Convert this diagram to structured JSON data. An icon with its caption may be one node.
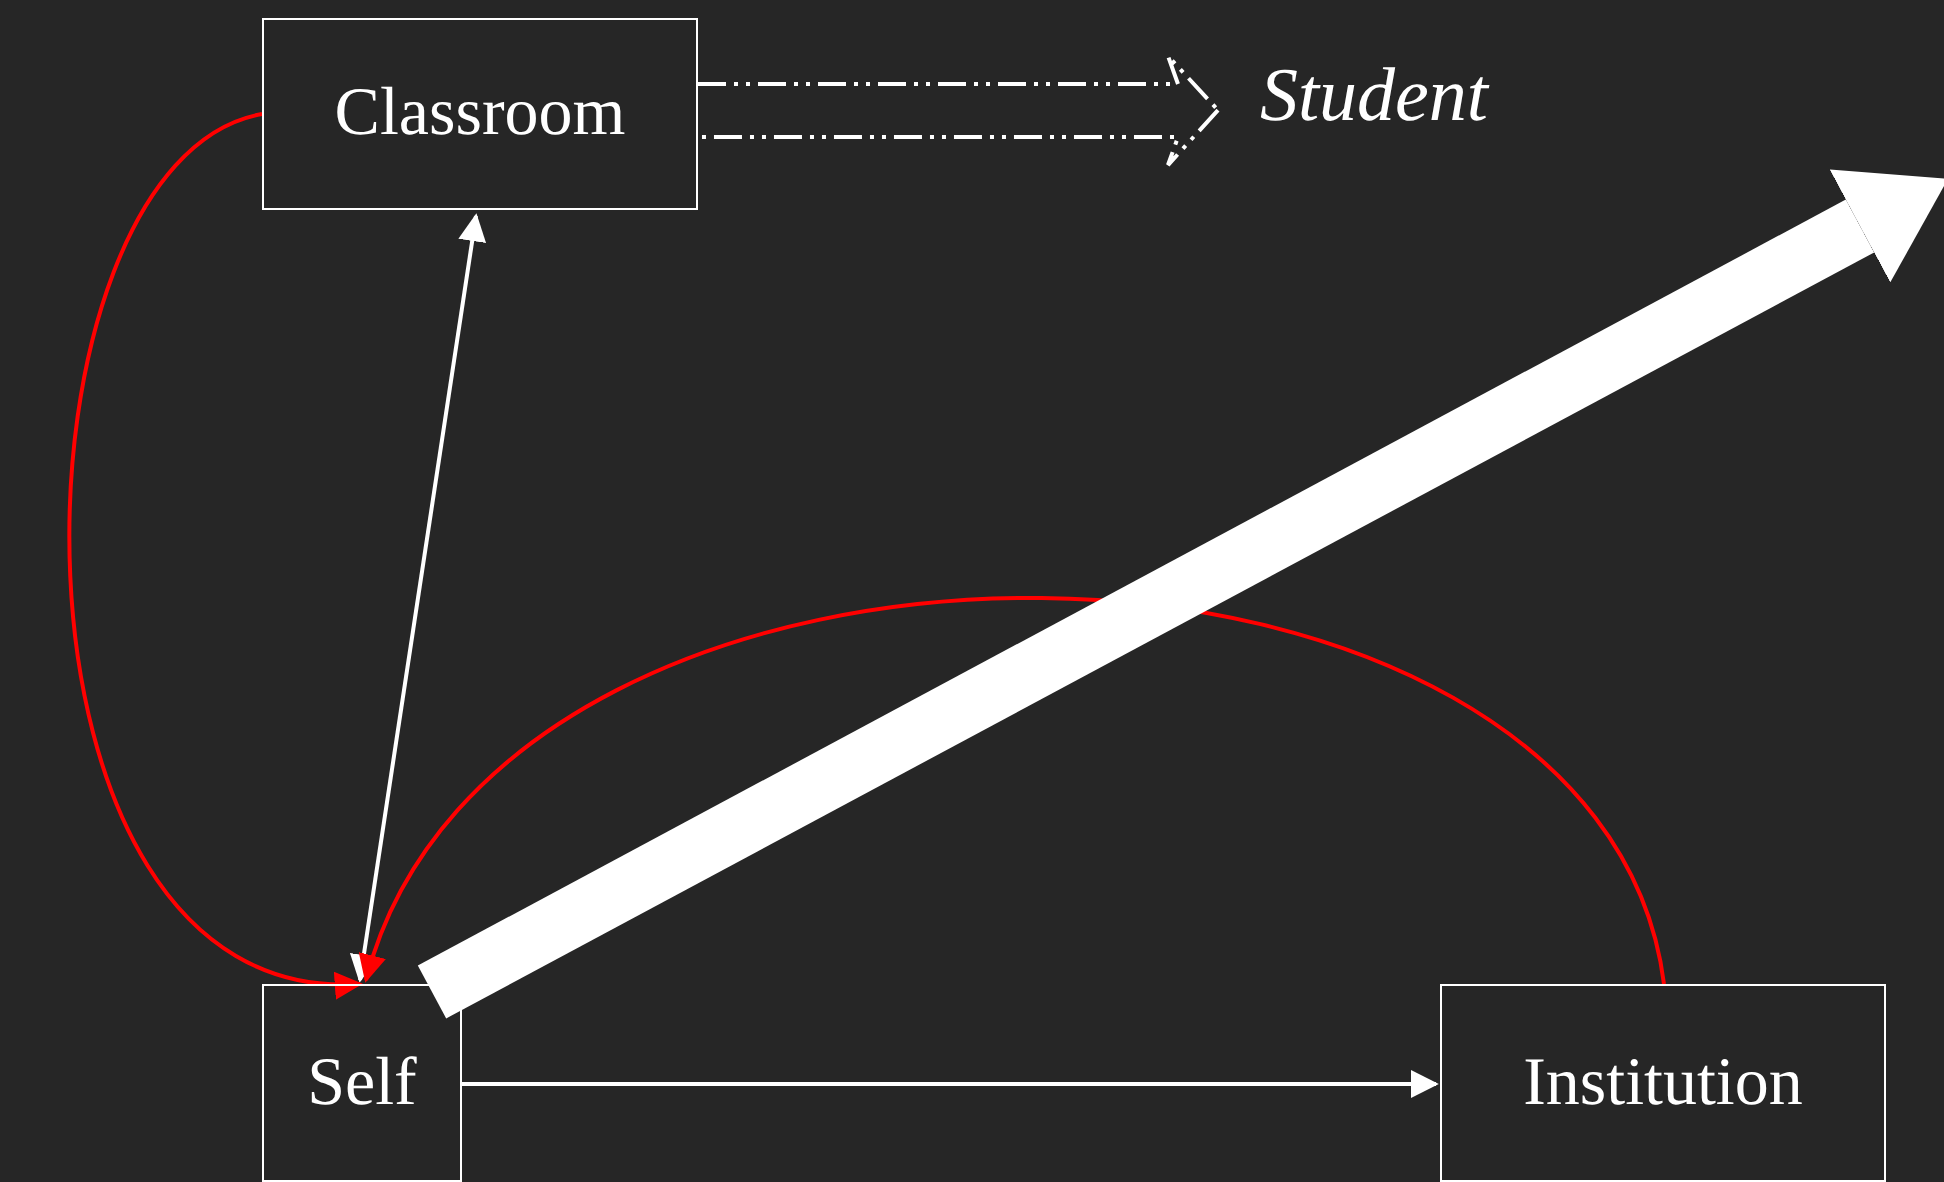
{
  "diagram": {
    "nodes": [
      {
        "text": [
          "Classroom"
        ]
      },
      {
        "text": [
          "Student"
        ]
      },
      {
        "text": [
          "Self"
        ]
      },
      {
        "text": [
          "Institution"
        ]
      }
    ],
    "edges": [
      {
        "from": 0,
        "to": 1,
        "arrow": "to",
        "style": "dashed"
      },
      {
        "from": 2,
        "to": 0,
        "arrow": "both"
      },
      {
        "from": 0,
        "to": 2,
        "arrow": "to",
        "color": "#ff0000"
      },
      {
        "from": 3,
        "to": 2,
        "arrow": "to",
        "color": "#ff0000"
      },
      {
        "from": 2,
        "to": 3,
        "arrow": "to"
      },
      {
        "from": 2,
        "to": null,
        "arrow": "to",
        "style": "thick"
      }
    ]
  }
}
